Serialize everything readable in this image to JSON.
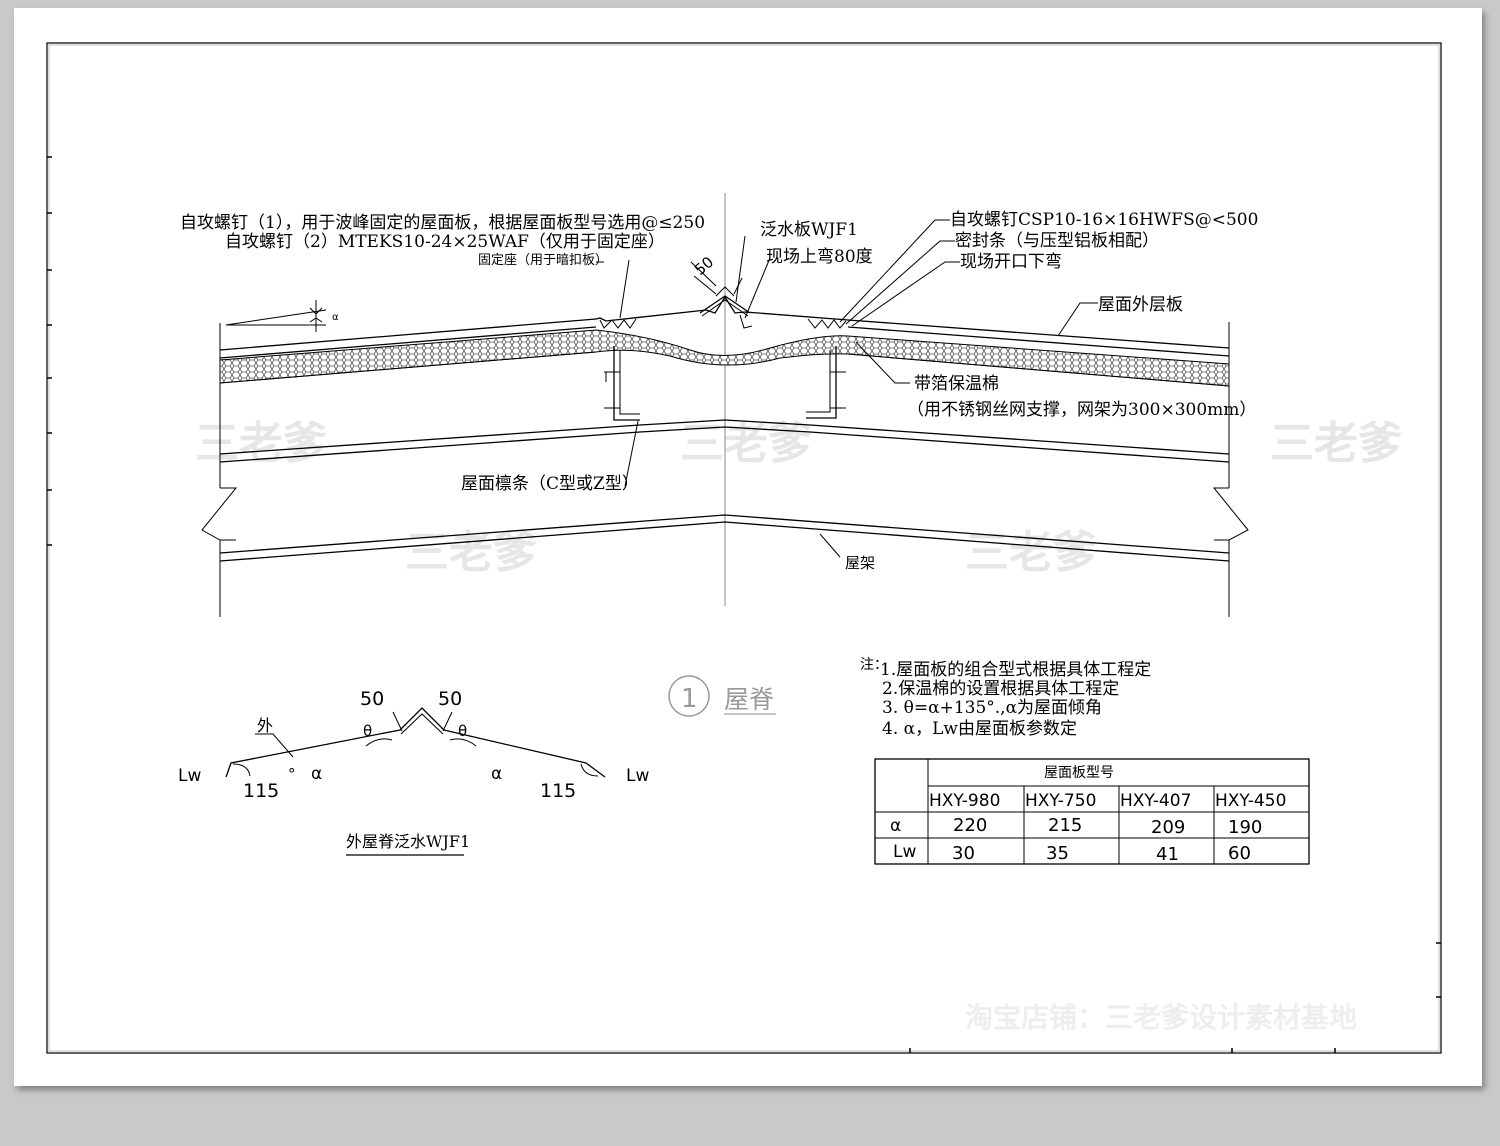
{
  "labels": {
    "screw1": "自攻螺钉（1），用于波峰固定的屋面板，根据屋面板型号选用@≤250",
    "screw2": "自攻螺钉（2）MTEKS10-24×25WAF（仅用于固定座）",
    "seat": "固定座（用于暗扣板）",
    "flashing": "泛水板WJF1",
    "bend80": "现场上弯80度",
    "screw3": "自攻螺钉CSP10-16×16HWFS@<500",
    "seal": "密封条（与压型铝板相配）",
    "cutbend": "现场开口下弯",
    "outer_panel": "屋面外层板",
    "insulation": "带箔保温棉",
    "insulation_note": "（用不锈钢丝网支撑，网架为300×300mm）",
    "purlin": "屋面檩条（C型或Z型）",
    "truss": "屋架",
    "dim50": "50",
    "alpha_small": "α"
  },
  "detail": {
    "number": "1",
    "title": "屋脊"
  },
  "flashing_detail": {
    "title": "外屋脊泛水WJF1",
    "dim_left_50": "50",
    "dim_right_50": "50",
    "theta_left": "θ",
    "theta_right": "θ",
    "outer": "外",
    "lw_left": "Lw",
    "lw_right": "Lw",
    "angle_left": "115",
    "angle_right": "115",
    "deg": "°",
    "alpha_left": "α",
    "alpha_right": "α"
  },
  "notes": {
    "prefix": "注：",
    "items": [
      "1.屋面板的组合型式根据具体工程定",
      "2.保温棉的设置根据具体工程定",
      "3. θ=α+135°.,α为屋面倾角",
      "4. α，Lw由屋面板参数定"
    ]
  },
  "table": {
    "group_header": "屋面板型号",
    "columns": [
      "HXY-980",
      "HXY-750",
      "HXY-407",
      "HXY-450"
    ],
    "rows": [
      {
        "label": "α",
        "values": [
          "220",
          "215",
          "209",
          "190"
        ]
      },
      {
        "label": "Lw",
        "values": [
          "30",
          "35",
          "41",
          "60"
        ]
      }
    ]
  },
  "watermarks": {
    "brand": "三老爹",
    "shop": "淘宝店铺：三老爹设计素材基地"
  }
}
